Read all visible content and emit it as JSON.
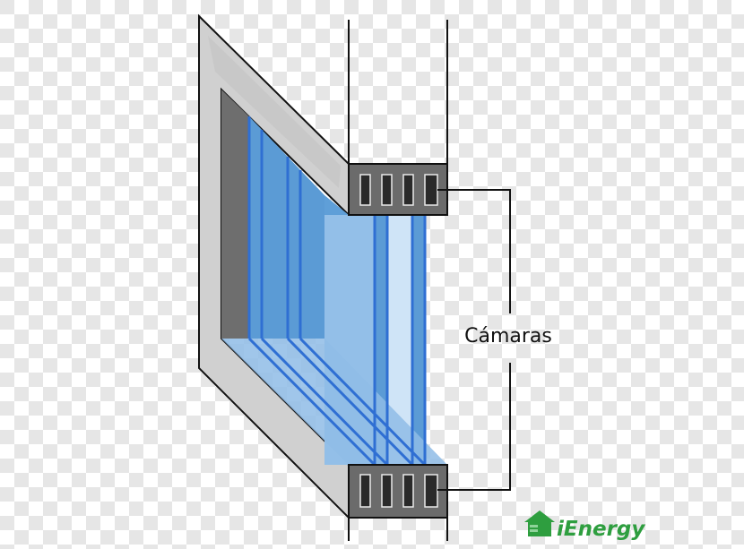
{
  "diagram": {
    "label": "Cámaras",
    "chambers_per_profile": 4,
    "colors": {
      "checker_light": "#ffffff",
      "checker_dark": "#e6e6e6",
      "frame": "#d0d0d0",
      "frame_shadow": "#c0c0c0",
      "inner_dark": "#6e6e6e",
      "glass_blue": "#5b9bd5",
      "glass_light": "#cfe4f7",
      "glass_mid": "#93bfe8",
      "spacer": "#2f6fd3",
      "profile": "#6b6b6b",
      "line": "#111111"
    }
  },
  "brand": {
    "name": "iEnergy",
    "icon": "house-icon",
    "color": "#2e9e3f"
  }
}
